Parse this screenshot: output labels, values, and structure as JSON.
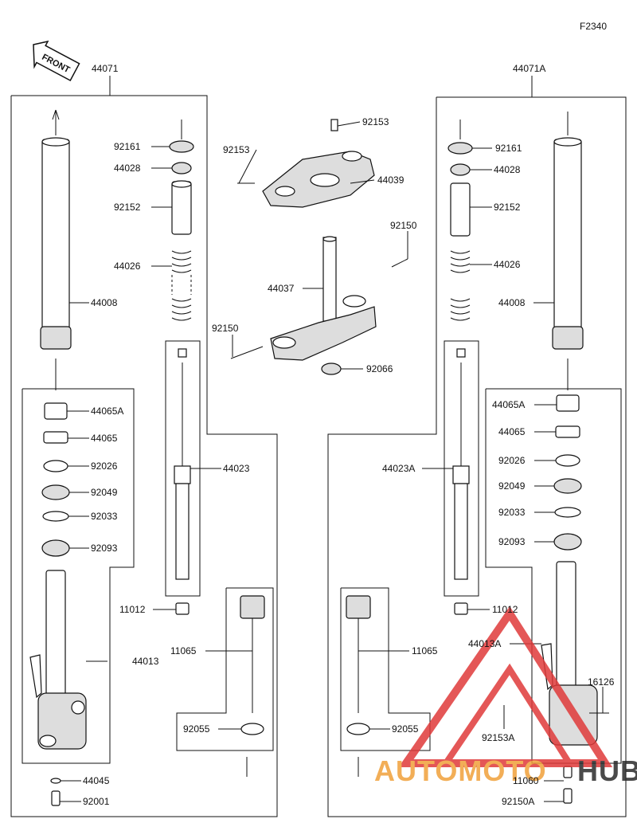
{
  "figure_code": "F2340",
  "front_badge": "FRONT",
  "watermark": {
    "auto": "AUTOMOTO",
    "hub": "HUB",
    "color_red": "#e03a3a",
    "color_orange": "#f0a13a",
    "color_dark": "#2b2b2b"
  },
  "labels": {
    "l44071": "44071",
    "l44071A": "44071A",
    "l92161_left": "92161",
    "l44028_left": "44028",
    "l92152_left": "92152",
    "l44026_left": "44026",
    "l44008_left": "44008",
    "l44065A_left": "44065A",
    "l44065_left": "44065",
    "l92026_left": "92026",
    "l92049_left": "92049",
    "l92033_left": "92033",
    "l92093_left": "92093",
    "l44013": "44013",
    "l44045": "44045",
    "l92001": "92001",
    "l44023": "44023",
    "l11012_left": "11012",
    "l11065_left": "11065",
    "l92055_left": "92055",
    "l92153_top": "92153",
    "l92153_left": "92153",
    "l44039": "44039",
    "l92150_top": "92150",
    "l44037": "44037",
    "l92150_left": "92150",
    "l92066": "92066",
    "l92161_right": "92161",
    "l44028_right": "44028",
    "l92152_right": "92152",
    "l44026_right": "44026",
    "l44008_right": "44008",
    "l44065A_right": "44065A",
    "l44065_right": "44065",
    "l92026_right": "92026",
    "l92049_right": "92049",
    "l92033_right": "92033",
    "l92093_right": "92093",
    "l44023A": "44023A",
    "l11012_right": "11012",
    "l11065_right": "11065",
    "l92055_right": "92055",
    "l44013A": "44013A",
    "l16126": "16126",
    "l92153A": "92153A",
    "l11060": "11060",
    "l92150A": "92150A"
  }
}
